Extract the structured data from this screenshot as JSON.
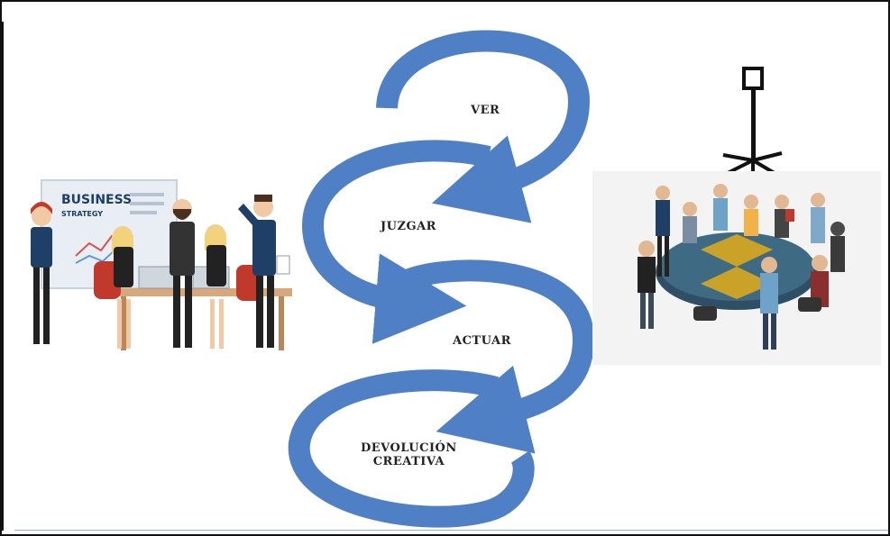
{
  "colors": {
    "arrow": "#4f7fc4",
    "arrow_shadow": "#3d6aab",
    "label": "#222222",
    "frame": "#111111",
    "suit_navy": "#1f3f66",
    "table_top": "#2f4f66",
    "table_board": "#c9a227",
    "chair_red": "#c0392b"
  },
  "diagram": {
    "steps": [
      {
        "label": "VER"
      },
      {
        "label": "JUZGAR"
      },
      {
        "label": "ACTUAR"
      },
      {
        "label_line1": "DEVOLUCIÓN",
        "label_line2": "CREATIVA"
      }
    ]
  },
  "illustrations": {
    "left": {
      "icon": "business-team-meeting-illustration",
      "whiteboard_line1": "BUSINESS",
      "whiteboard_line2": "STRATEGY"
    },
    "right": {
      "icon": "round-table-meeting-illustration"
    }
  }
}
